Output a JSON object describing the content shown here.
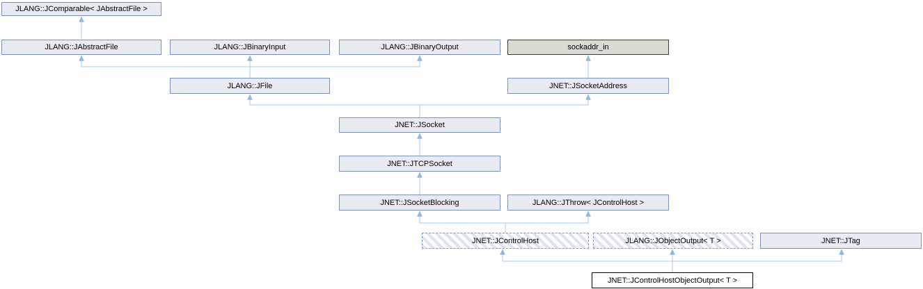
{
  "diagram": {
    "type": "class-inheritance-graph",
    "colors": {
      "node_fill": "#e8ebf3",
      "node_border": "#7d90bd",
      "struct_fill": "#dbdbd3",
      "struct_border": "#3c3c3c",
      "current_fill": "#ffffff",
      "current_border": "#000000",
      "hatch_stripe": "#dde3f4",
      "edge_line": "#a6c9e6",
      "edge_arrow": "#8fb8dc",
      "text": "#000000"
    },
    "nodes": {
      "jcomparable": {
        "label": "JLANG::JComparable< JAbstractFile >",
        "style": "solid"
      },
      "jabstractfile": {
        "label": "JLANG::JAbstractFile",
        "style": "solid"
      },
      "jbinaryinput": {
        "label": "JLANG::JBinaryInput",
        "style": "solid"
      },
      "jbinaryoutput": {
        "label": "JLANG::JBinaryOutput",
        "style": "solid"
      },
      "sockaddr_in": {
        "label": "sockaddr_in",
        "style": "struct"
      },
      "jfile": {
        "label": "JLANG::JFile",
        "style": "solid"
      },
      "jsocketaddress": {
        "label": "JNET::JSocketAddress",
        "style": "solid"
      },
      "jsocket": {
        "label": "JNET::JSocket",
        "style": "solid"
      },
      "jtcpsocket": {
        "label": "JNET::JTCPSocket",
        "style": "solid"
      },
      "jsocketblocking": {
        "label": "JNET::JSocketBlocking",
        "style": "solid"
      },
      "jthrow": {
        "label": "JLANG::JThrow< JControlHost >",
        "style": "solid"
      },
      "jcontrolhost": {
        "label": "JNET::JControlHost",
        "style": "dashed-hatched"
      },
      "jobjectoutput": {
        "label": "JLANG::JObjectOutput< T >",
        "style": "dashed-hatched"
      },
      "jtag": {
        "label": "JNET::JTag",
        "style": "solid"
      },
      "jcontrolhostobjectoutput": {
        "label": "JNET::JControlHostObjectOutput< T >",
        "style": "current"
      }
    },
    "edges": [
      {
        "from": "JLANG::JAbstractFile",
        "to": "JLANG::JComparable< JAbstractFile >"
      },
      {
        "from": "JLANG::JFile",
        "to": "JLANG::JAbstractFile"
      },
      {
        "from": "JLANG::JFile",
        "to": "JLANG::JBinaryInput"
      },
      {
        "from": "JLANG::JFile",
        "to": "JLANG::JBinaryOutput"
      },
      {
        "from": "JNET::JSocketAddress",
        "to": "sockaddr_in"
      },
      {
        "from": "JNET::JSocket",
        "to": "JLANG::JFile"
      },
      {
        "from": "JNET::JSocket",
        "to": "JNET::JSocketAddress"
      },
      {
        "from": "JNET::JTCPSocket",
        "to": "JNET::JSocket"
      },
      {
        "from": "JNET::JSocketBlocking",
        "to": "JNET::JTCPSocket"
      },
      {
        "from": "JNET::JControlHost",
        "to": "JNET::JSocketBlocking"
      },
      {
        "from": "JNET::JControlHost",
        "to": "JLANG::JThrow< JControlHost >"
      },
      {
        "from": "JNET::JControlHostObjectOutput< T >",
        "to": "JNET::JControlHost"
      },
      {
        "from": "JNET::JControlHostObjectOutput< T >",
        "to": "JLANG::JObjectOutput< T >"
      },
      {
        "from": "JNET::JControlHostObjectOutput< T >",
        "to": "JNET::JTag"
      }
    ]
  }
}
